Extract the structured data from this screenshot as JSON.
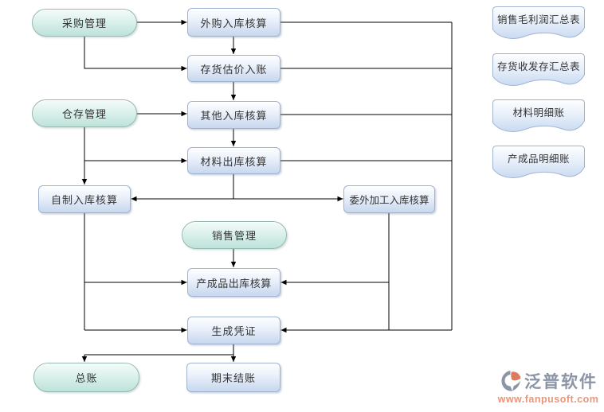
{
  "nodes": {
    "pills": [
      {
        "label": "采购管理"
      },
      {
        "label": "仓存管理"
      },
      {
        "label": "销售管理"
      },
      {
        "label": "总账"
      }
    ],
    "boxes": [
      {
        "label": "外购入库核算"
      },
      {
        "label": "存货估价入账"
      },
      {
        "label": "其他入库核算"
      },
      {
        "label": "材料出库核算"
      },
      {
        "label": "自制入库核算"
      },
      {
        "label": "委外加工入库核算"
      },
      {
        "label": "产成品出库核算"
      },
      {
        "label": "生成凭证"
      },
      {
        "label": "期末结账"
      }
    ],
    "documents": [
      {
        "label": "销售毛利润汇总表"
      },
      {
        "label": "存货收发存汇总表"
      },
      {
        "label": "材料明细账"
      },
      {
        "label": "产成品明细账"
      }
    ]
  },
  "watermark": {
    "brand": "泛普软件",
    "url": "www.fanpusoft.com"
  },
  "colors": {
    "pill_fill": "#cdeae3",
    "pill_border": "#94b8b2",
    "box_fill": "#d8e3f4",
    "box_border": "#9fb3d1",
    "connector": "#000000",
    "brand_gray": "#8b95a6",
    "brand_salmon": "#e8967a"
  }
}
